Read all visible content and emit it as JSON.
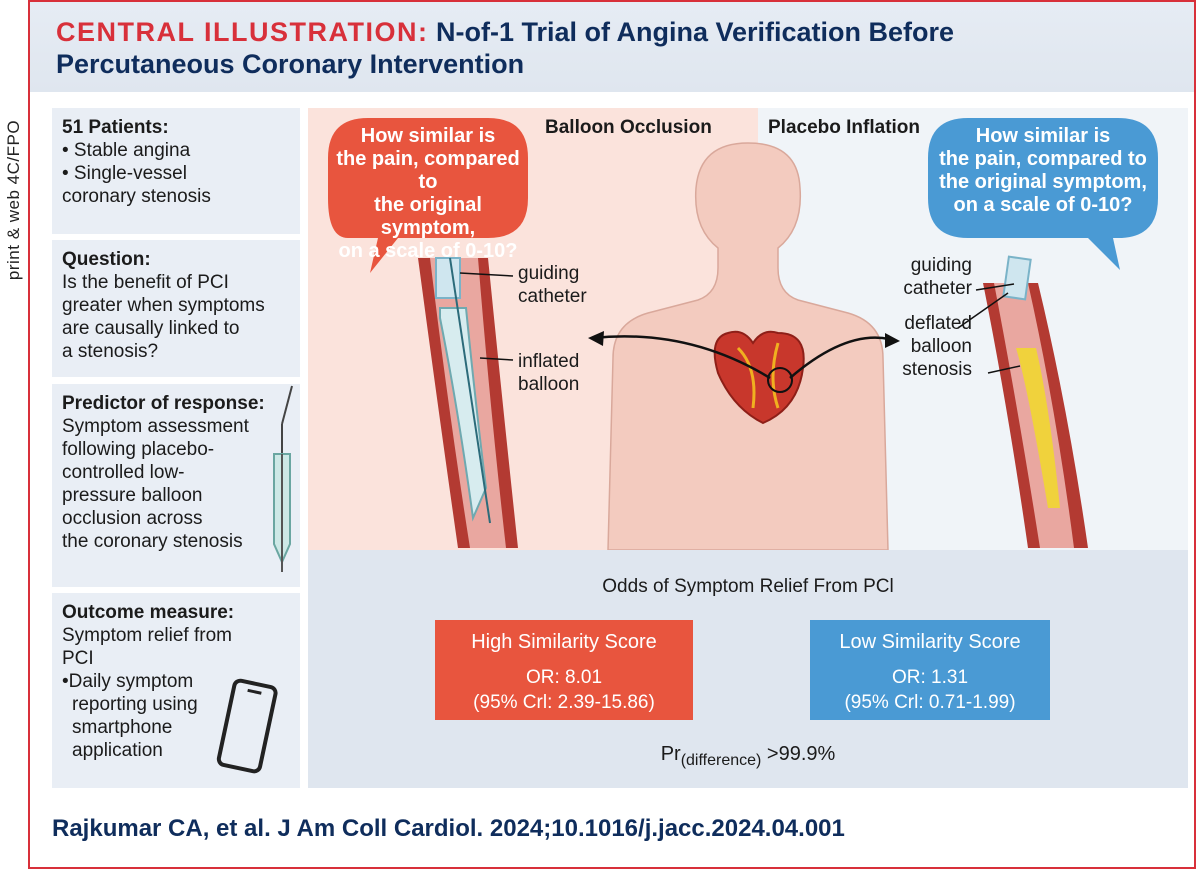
{
  "header": {
    "label": "CENTRAL ILLUSTRATION:",
    "title_line1": "N-of-1 Trial of Angina Verification Before",
    "title_line2": "Percutaneous Coronary Intervention"
  },
  "side_note": "print & web 4C/FPO",
  "left_panel": {
    "patients": {
      "heading": "51 Patients:",
      "items": [
        "• Stable angina",
        "• Single-vessel",
        "coronary stenosis"
      ]
    },
    "question": {
      "heading": "Question:",
      "lines": [
        "Is the benefit of PCI",
        "greater when symptoms",
        "are causally linked to",
        "a stenosis?"
      ]
    },
    "predictor": {
      "heading": "Predictor of response:",
      "lines": [
        "Symptom assessment",
        "following placebo-",
        "controlled low-",
        "pressure balloon",
        "occlusion across",
        "the coronary stenosis"
      ]
    },
    "outcome": {
      "heading": "Outcome measure:",
      "lines": [
        "Symptom relief from",
        "PCI",
        "•Daily symptom",
        "reporting using",
        "smartphone",
        "application"
      ]
    }
  },
  "illustration": {
    "balloon_occlusion_label": "Balloon Occlusion",
    "placebo_inflation_label": "Placebo Inflation",
    "bubble_lines": [
      "How similar is",
      "the pain, compared to",
      "the original symptom,",
      "on a scale of 0-10?"
    ],
    "left_labels": {
      "catheter1": "guiding",
      "catheter2": "catheter",
      "balloon1": "inflated",
      "balloon2": "balloon"
    },
    "right_labels": {
      "catheter1": "guiding",
      "catheter2": "catheter",
      "deflated": "deflated",
      "balloon": "balloon",
      "stenosis": "stenosis"
    },
    "colors": {
      "red": "#e8553e",
      "blue": "#4a9ad4",
      "navy": "#0f2d5c",
      "border_red": "#d8303a"
    }
  },
  "odds": {
    "title": "Odds of Symptom Relief From PCl",
    "high": {
      "title": "High Similarity Score",
      "or": "OR: 8.01",
      "crl": "(95% Crl: 2.39-15.86)"
    },
    "low": {
      "title": "Low Similarity Score",
      "or": "OR: 1.31",
      "crl": "(95% Crl: 0.71-1.99)"
    },
    "pr_main": "Pr",
    "pr_sub": "(difference)",
    "pr_value": " >99.9%"
  },
  "citation": "Rajkumar CA, et al. J Am Coll Cardiol. 2024;10.1016/j.jacc.2024.04.001"
}
